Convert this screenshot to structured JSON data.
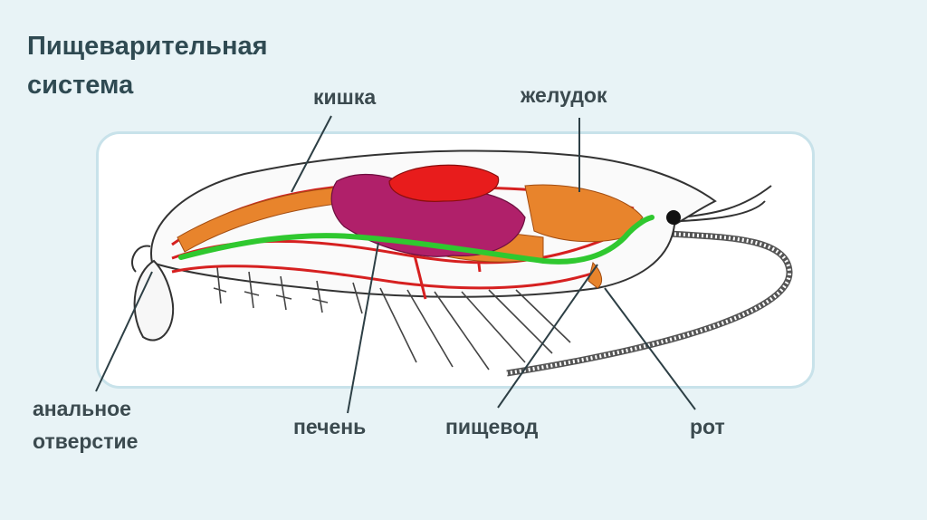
{
  "slide": {
    "title": "Пищеварительная\nсистема"
  },
  "labels": {
    "intestine": "кишка",
    "stomach": "желудок",
    "anus": "анальное\nотверстие",
    "liver": "печень",
    "esophagus": "пищевод",
    "mouth": "рот"
  },
  "colors": {
    "background": "#e8f3f6",
    "frame_border": "#c8e2ea",
    "title_text": "#2f4a52",
    "label_text": "#3b4a4f",
    "blood_vessels": "#d62020",
    "intestine": "#e8842c",
    "liver": "#b0206a",
    "digestive_tract": "#2fc82f",
    "heart": "#e81c1c"
  }
}
